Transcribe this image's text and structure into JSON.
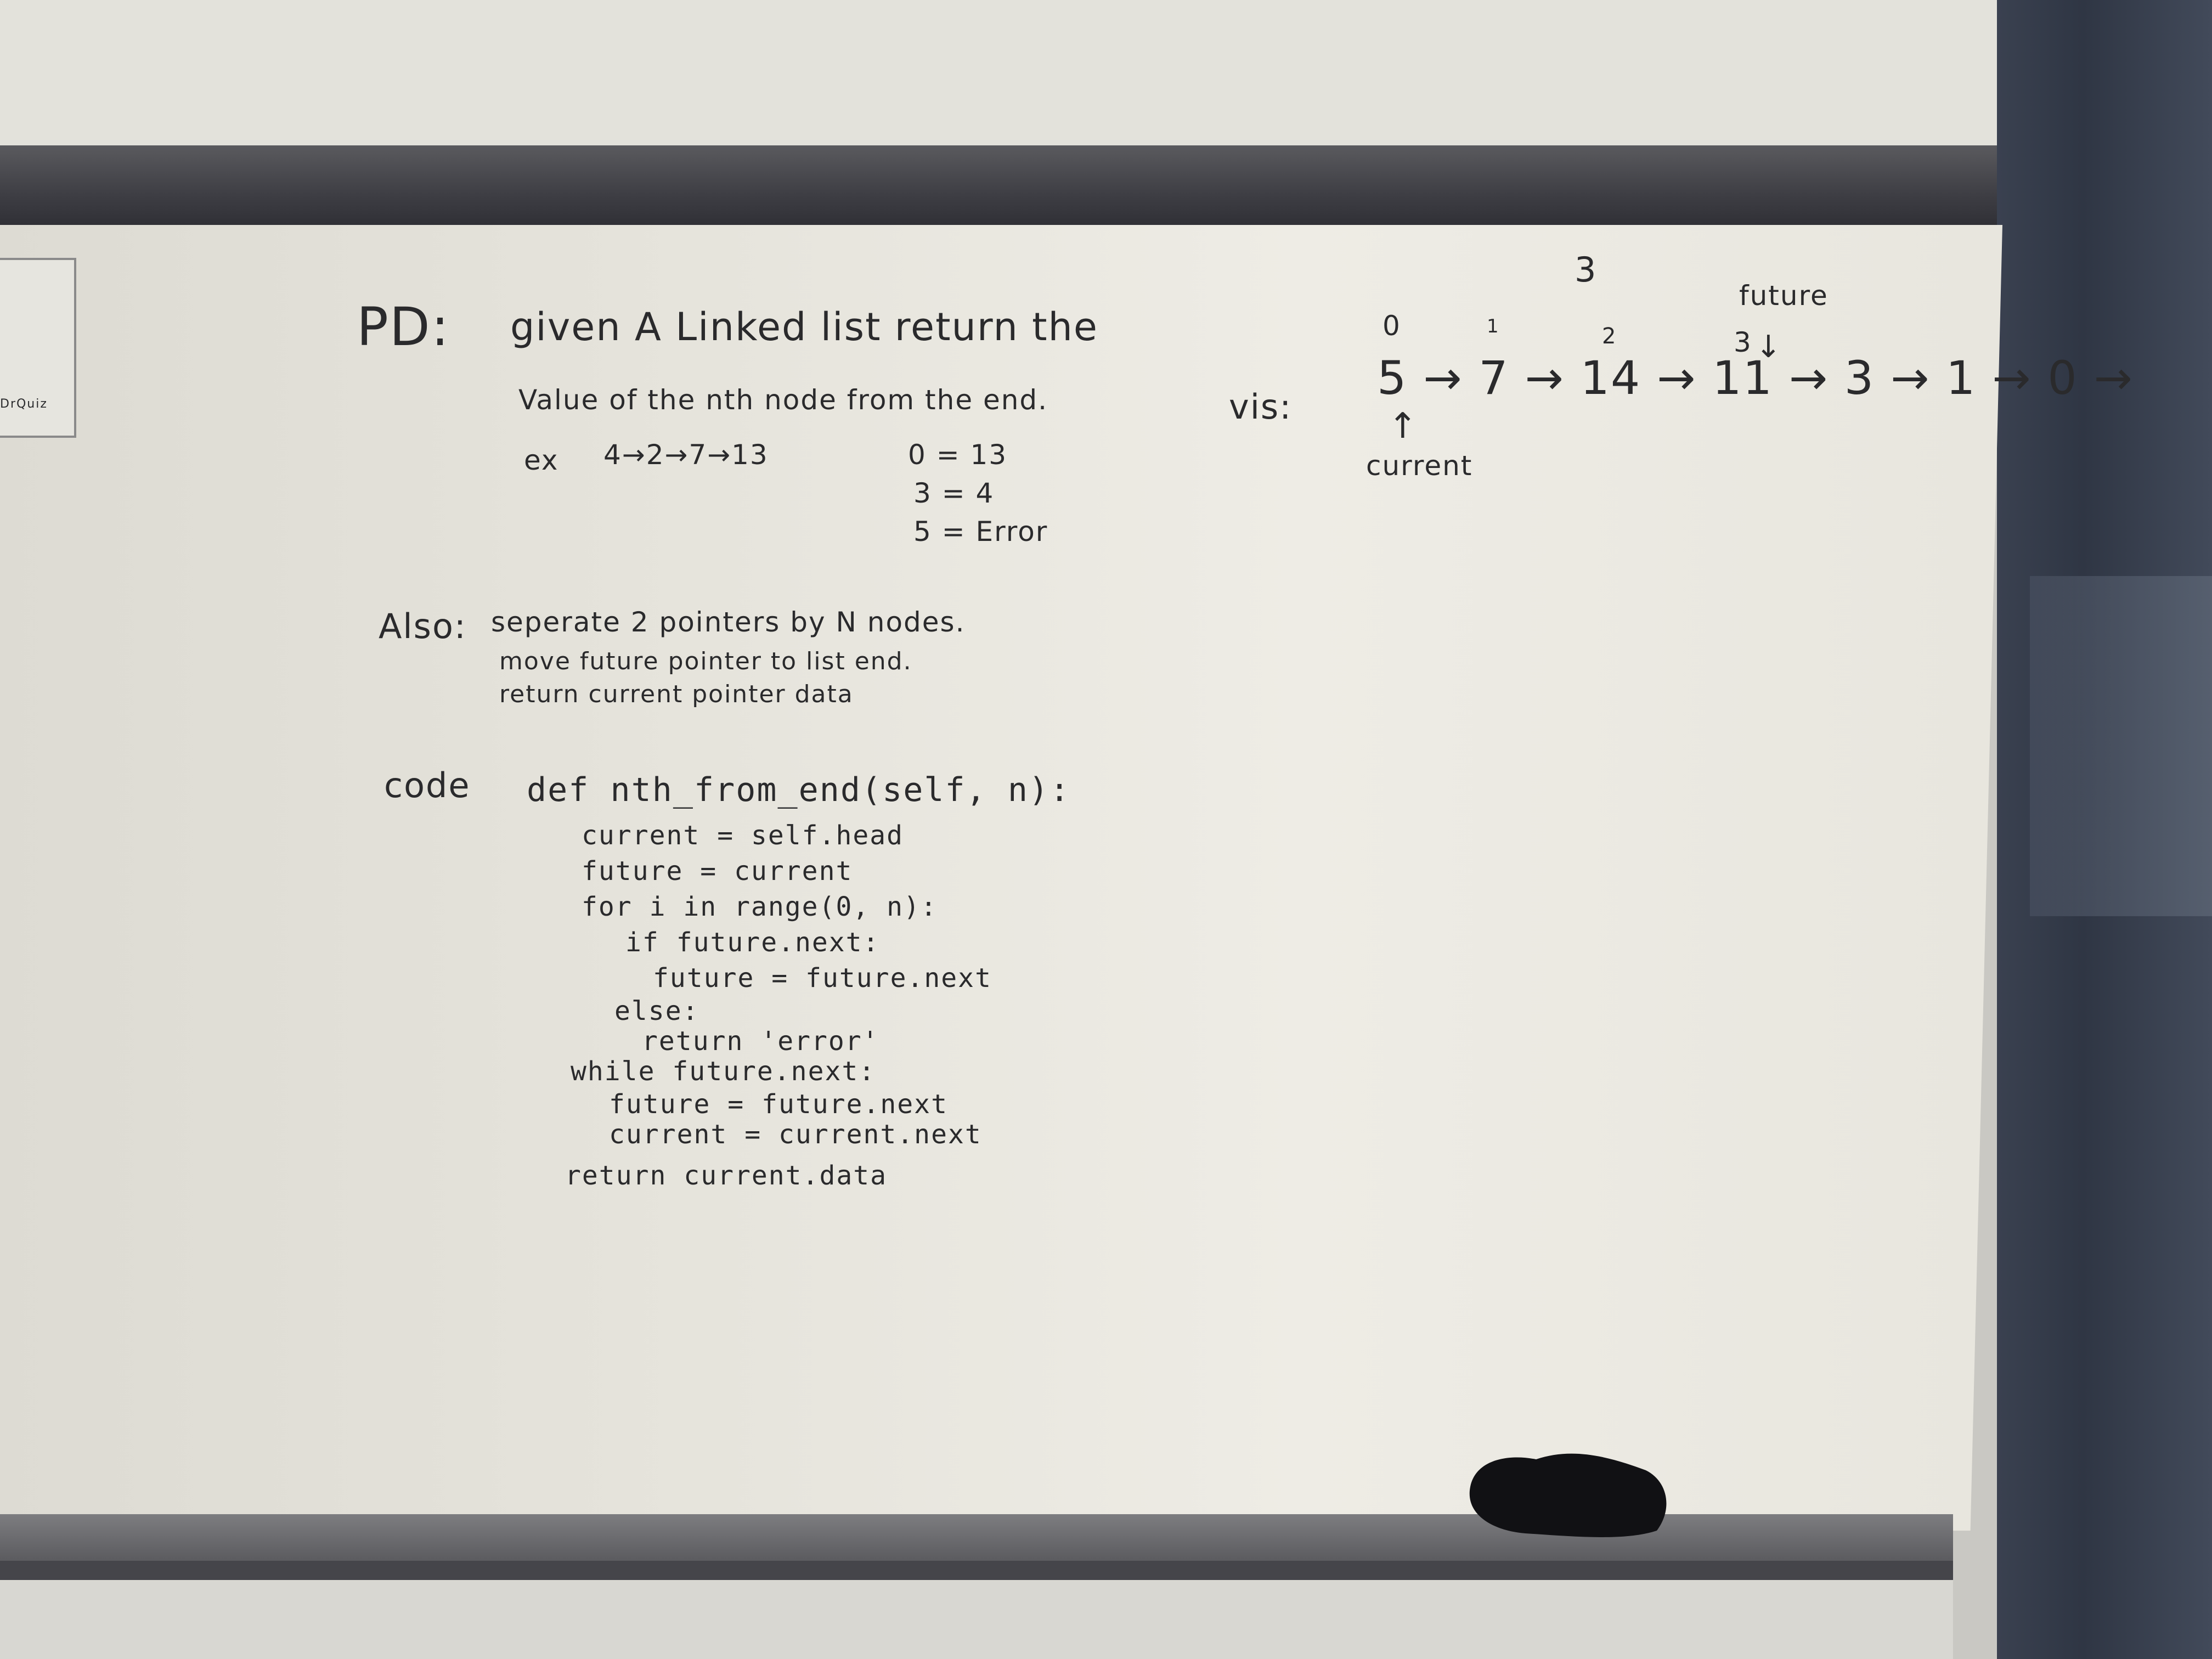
{
  "problem": {
    "label": "PD:",
    "line1": "given A Linked list return the",
    "line2": "Value of the nth node from the end.",
    "example_label": "ex",
    "example_list": "4→2→7→13",
    "results": [
      "0 = 13",
      "3 = 4",
      "5 = Error"
    ]
  },
  "also": {
    "label": "Also:",
    "lines": [
      "seperate 2 pointers by N nodes.",
      "move future pointer to list end.",
      "return current pointer data"
    ]
  },
  "code": {
    "label": "code",
    "lines": [
      "def nth_from_end(self, n):",
      "current = self.head",
      "future = current",
      "for i in range(0, n):",
      "if future.next:",
      "future = future.next",
      "else:",
      "return 'error'",
      "while future.next:",
      "future = future.next",
      "current = current.next",
      "return current.data"
    ]
  },
  "vis": {
    "label": "vis:",
    "indices": [
      "0",
      "1",
      "2",
      "3"
    ],
    "count_label": "3",
    "future_label": "future",
    "list": "5 → 7 → 14 → 11 → 3 → 1 → 0 →",
    "current_label": "current"
  },
  "corner_note": "DrQuiz"
}
